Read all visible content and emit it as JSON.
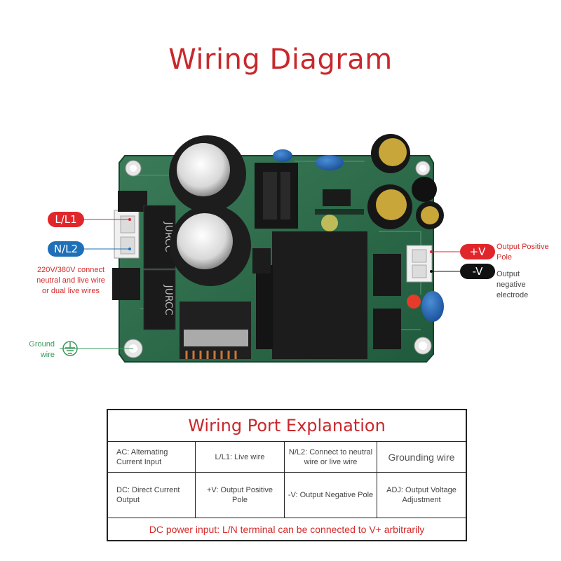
{
  "title": "Wiring Diagram",
  "tags": {
    "l1": "L/L1",
    "n2": "N/L2",
    "vpos": "+V",
    "vneg": "-V"
  },
  "notes": {
    "input_note": [
      "220V/380V connect",
      "neutral and live wire",
      "or dual live wires"
    ],
    "ground": [
      "Ground",
      "wire"
    ],
    "out_pos": [
      "Output Positive",
      "Pole"
    ],
    "out_neg": [
      "Output",
      "negative",
      "electrode"
    ]
  },
  "board_markings": {
    "choke1": "JURCC",
    "choke2": "JURCC"
  },
  "colors": {
    "accent_red": "#c8282c",
    "tag_red": "#e0262b",
    "tag_blue": "#1f6fb8",
    "tag_black": "#111111",
    "ground_green": "#3a9a5a",
    "pcb_green": "#2d6a4b"
  },
  "table": {
    "title": "Wiring Port Explanation",
    "rows": [
      [
        "AC: Alternating Current Input",
        "L/L1: Live wire",
        "N/L2: Connect to neutral wire or live wire",
        "Grounding wire"
      ],
      [
        "DC: Direct Current Output",
        "+V: Output Positive Pole",
        "-V: Output Negative Pole",
        "ADJ: Output Voltage Adjustment"
      ]
    ],
    "footer": "DC power input: L/N terminal can be connected to V+ arbitrarily"
  }
}
